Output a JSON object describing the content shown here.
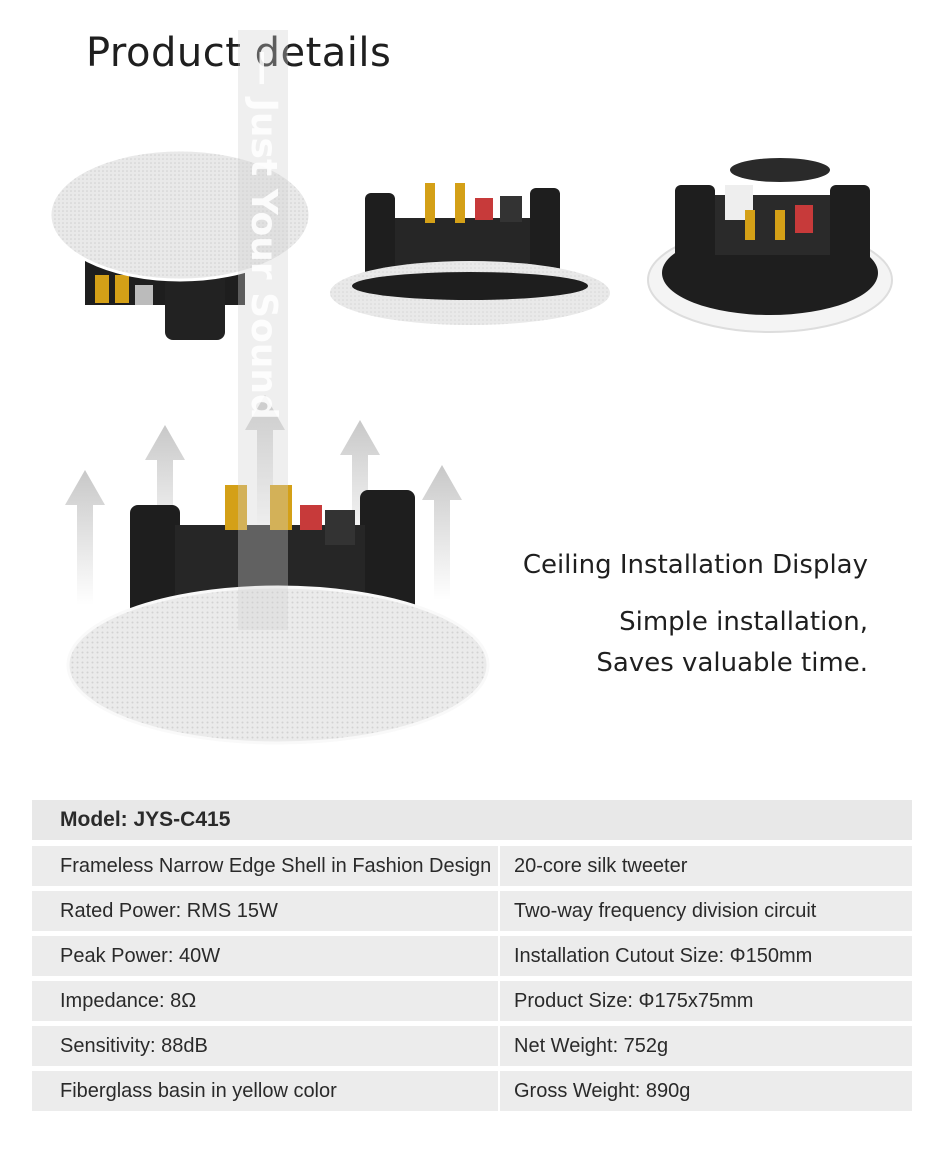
{
  "page": {
    "title": "Product details",
    "watermark": "— Just Your Sound"
  },
  "caption": {
    "heading": "Ceiling Installation Display",
    "line1": "Simple installation,",
    "line2": "Saves valuable time."
  },
  "specs": {
    "model_label": "Model: JYS-C415",
    "rows": [
      {
        "left": "Frameless Narrow Edge Shell in Fashion Design",
        "right": "20-core silk tweeter"
      },
      {
        "left": "Rated Power: RMS 15W",
        "right": "Two-way frequency division circuit"
      },
      {
        "left": "Peak Power: 40W",
        "right": "Installation Cutout Size: Φ150mm"
      },
      {
        "left": "Impedance: 8Ω",
        "right": "Product Size: Φ175x75mm"
      },
      {
        "left": "Sensitivity: 88dB",
        "right": "Net Weight: 752g"
      },
      {
        "left": "Fiberglass basin in yellow color",
        "right": "Gross Weight: 890g"
      }
    ]
  },
  "colors": {
    "grille": "#ececec",
    "body": "#1e1e1e",
    "terminal": "#d4a017",
    "arrow": "#c8c8c8"
  }
}
